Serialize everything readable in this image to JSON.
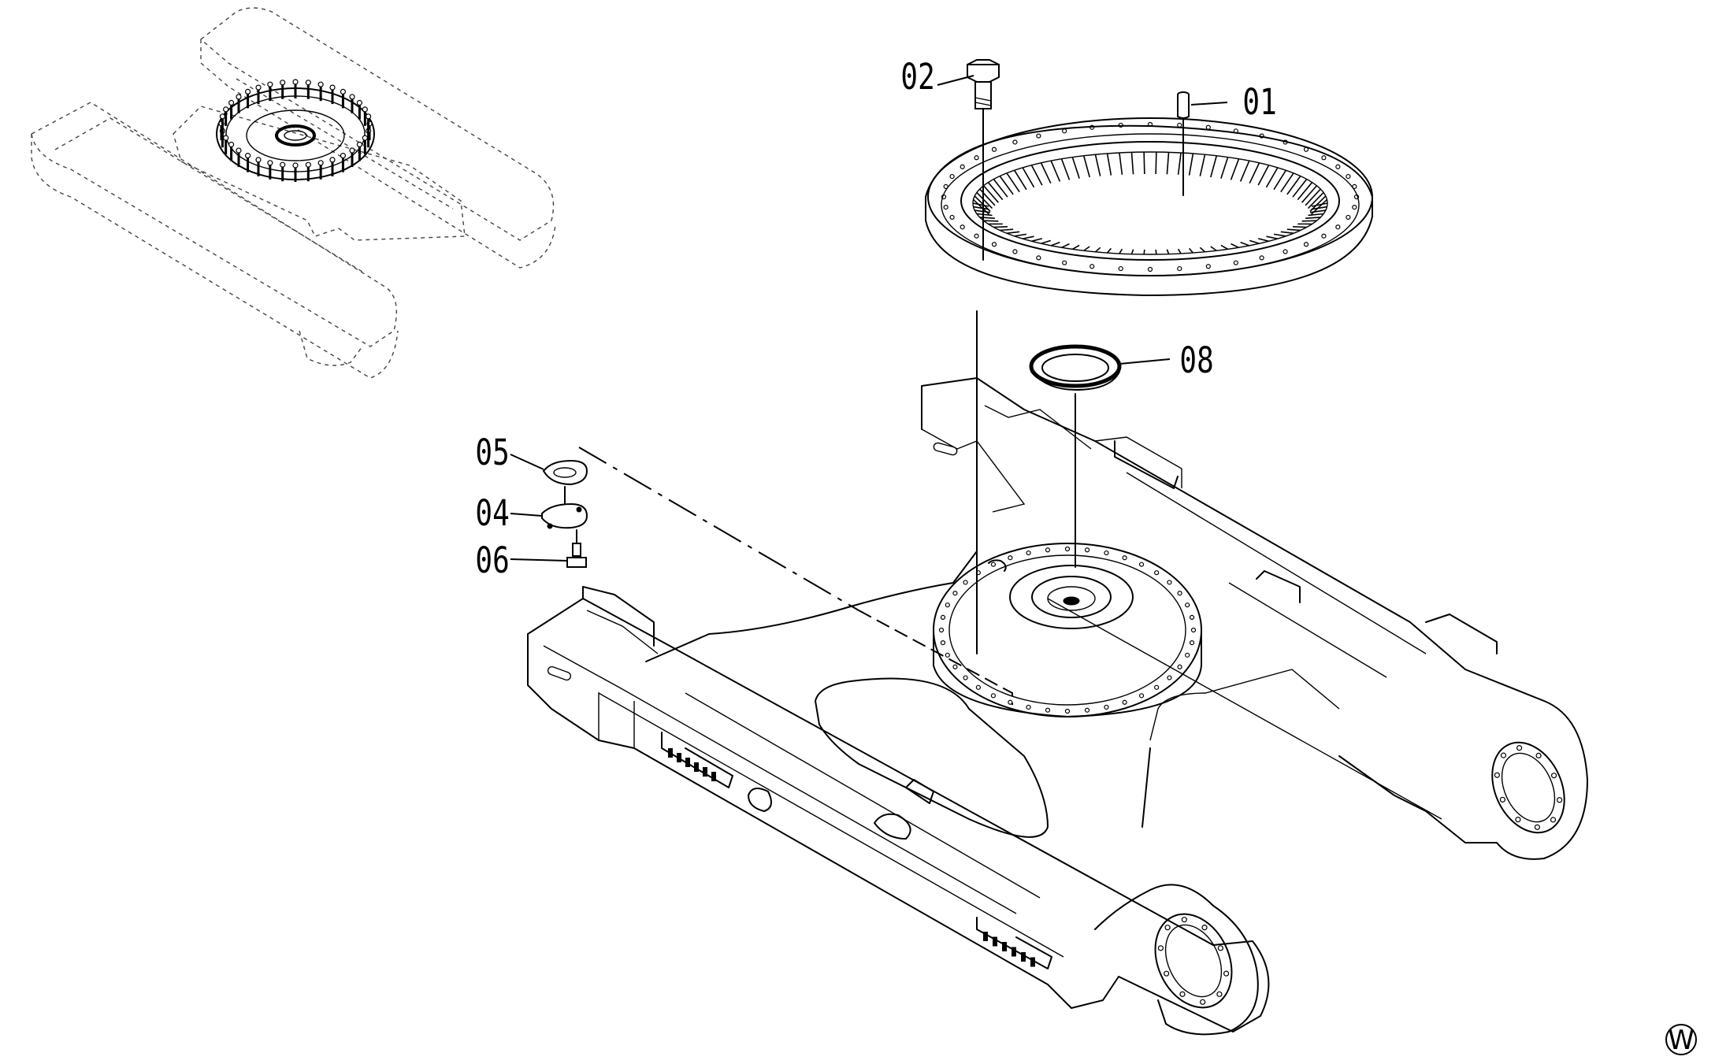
{
  "diagram": {
    "callouts": [
      {
        "id": "01",
        "label": "01"
      },
      {
        "id": "02",
        "label": "02"
      },
      {
        "id": "04",
        "label": "04"
      },
      {
        "id": "05",
        "label": "05"
      },
      {
        "id": "06",
        "label": "06"
      },
      {
        "id": "08",
        "label": "08"
      }
    ],
    "corner_marker": "W"
  }
}
